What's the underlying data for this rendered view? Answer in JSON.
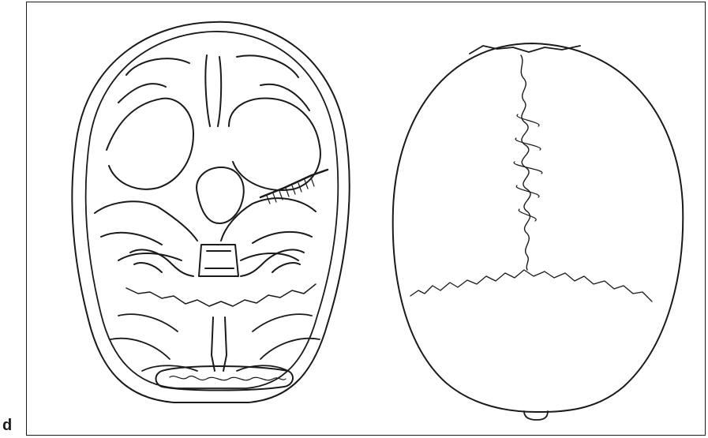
{
  "figure": {
    "panel_label": "d",
    "line_color": "#1a1a1a",
    "background": "#ffffff"
  },
  "illustrations": [
    {
      "subject": "skull-base-interior"
    },
    {
      "subject": "skull-vertex-exterior"
    }
  ]
}
